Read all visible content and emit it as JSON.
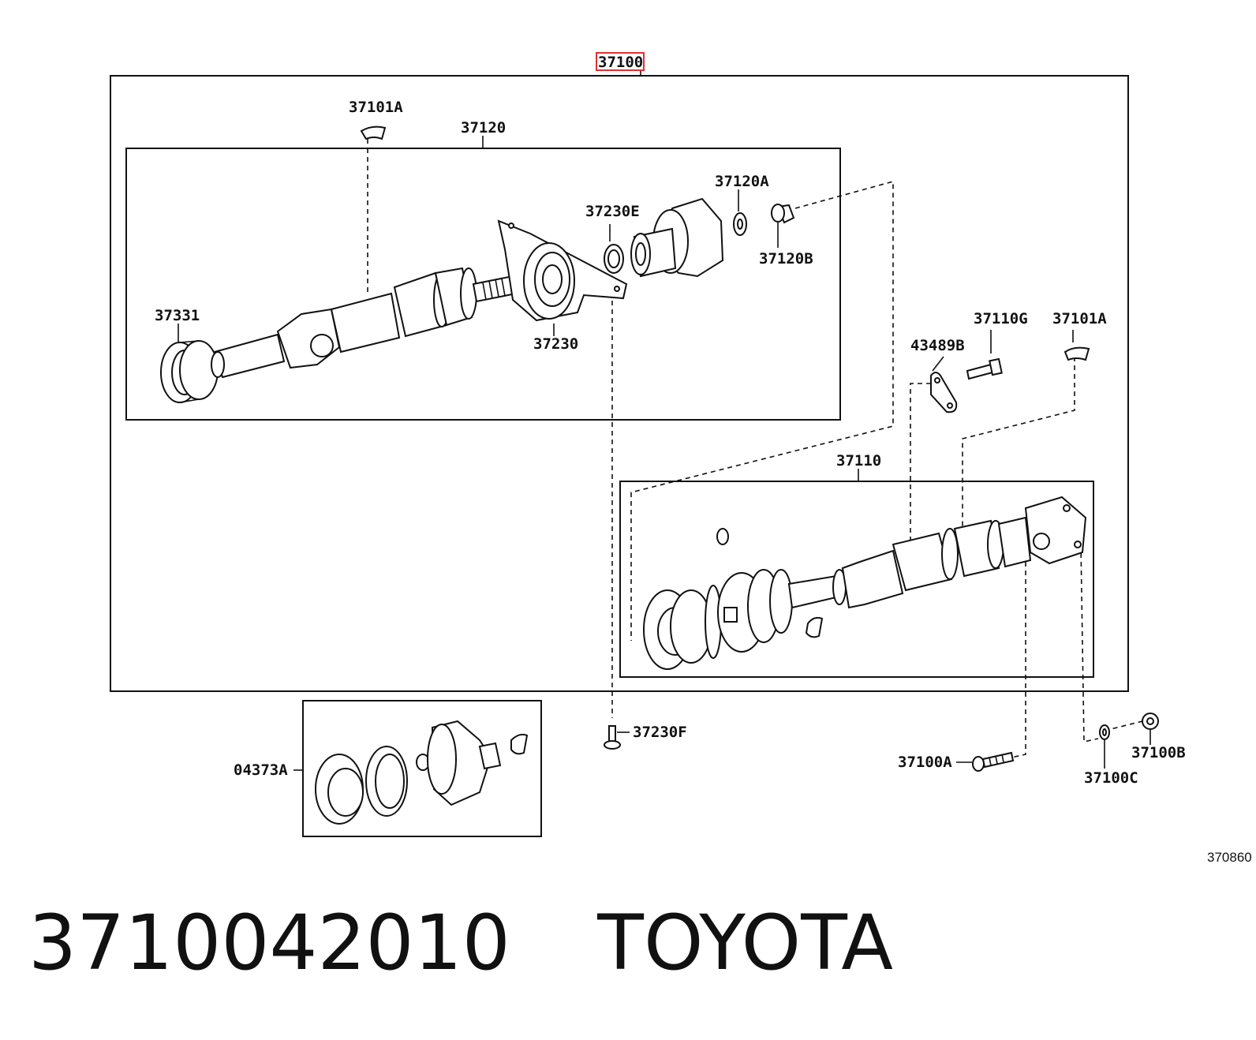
{
  "diagram": {
    "labels": {
      "top": "37100",
      "l37101A_a": "37101A",
      "l37120": "37120",
      "l37120A": "37120A",
      "l37230E": "37230E",
      "l37120B": "37120B",
      "l37331": "37331",
      "l37230": "37230",
      "l43489B": "43489B",
      "l37110G": "37110G",
      "l37101A_b": "37101A",
      "l37110": "37110",
      "l37230F": "37230F",
      "l04373A": "04373A",
      "l37100A": "37100A",
      "l37100B": "37100B",
      "l37100C": "37100C",
      "ref": "370860"
    },
    "highlight_color": "#e03030"
  },
  "footer": {
    "part_number": "3710042010",
    "brand": "TOYOTA"
  }
}
